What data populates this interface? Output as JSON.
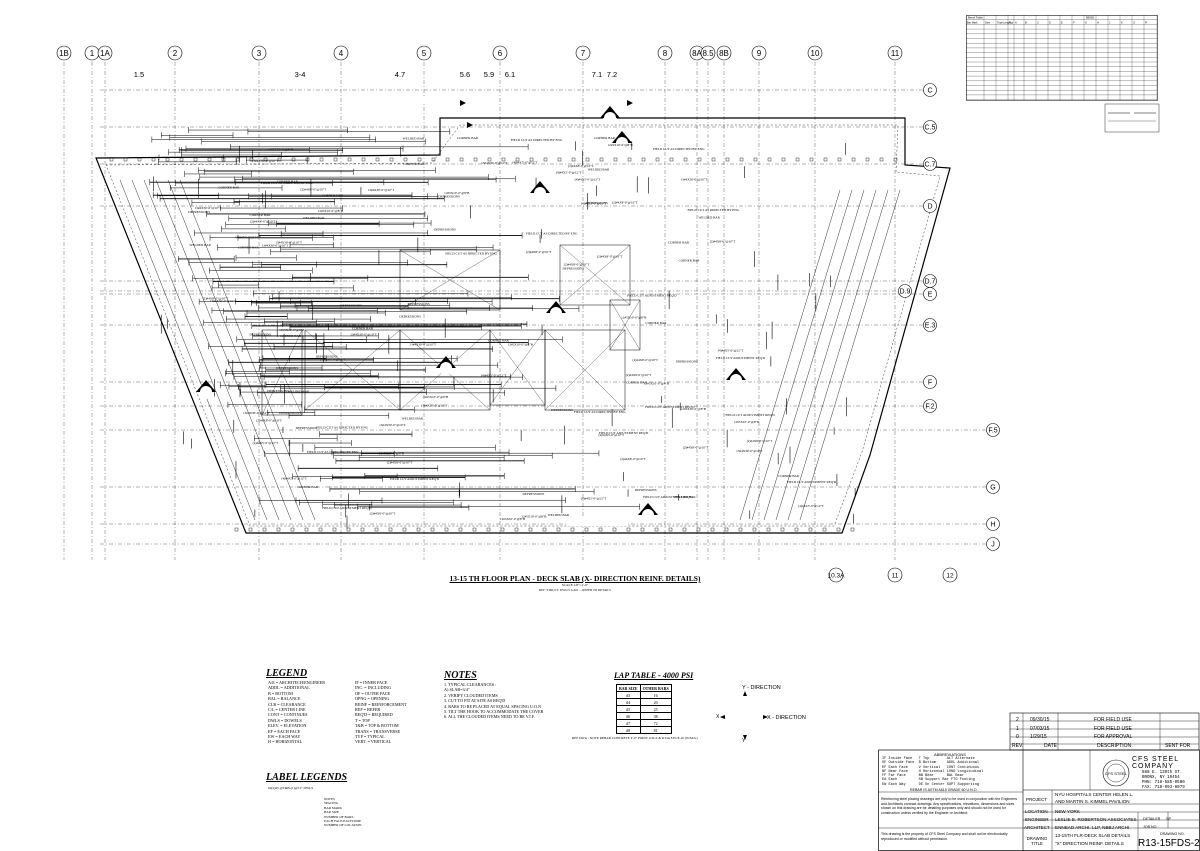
{
  "drawing": {
    "title": "13-15 TH FLOOR PLAN - DECK SLAB (X- DIRECTION REINF. DETAILS)",
    "scale": "SCALE 1/8\"=1'-0\"",
    "reference": "REF: STRUCT. DWG'S S-201 ... REFER TO DETAILS"
  },
  "grids": {
    "top": [
      "1B",
      "1",
      "1A",
      "2",
      "3",
      "4",
      "5",
      "6",
      "7",
      "8",
      "8A",
      "8.5",
      "8B",
      "9",
      "10",
      "11"
    ],
    "top_sub": [
      "1.5",
      "3-4",
      "4.7",
      "5.6",
      "5.9",
      "6.1",
      "7.1",
      "7.2"
    ],
    "right": [
      "C",
      "C.5",
      "C.7",
      "D",
      "D.7",
      "D.9",
      "E",
      "E.3",
      "F",
      "F.2",
      "F.5",
      "G",
      "H",
      "J"
    ],
    "bottom": [
      "10.3A",
      "11",
      "12"
    ]
  },
  "legend": {
    "title": "LEGEND",
    "col1": [
      "A/E = ARCHITECH/ENGINEER",
      "ADDL = ADDITIONAL",
      "B = BOTTOM",
      "BAL = BALANCE",
      "CLR = CLEARANCE",
      "C/L = CENTER LINE",
      "CONT = CONTINUES",
      "DWLS = DOWELS",
      "ELEV. = ELEVATION",
      "EF = EACH FACE",
      "EW = EACH WAY",
      "H = HORIZONTAL"
    ],
    "col2": [
      "IF = INNER FACE",
      "INC. = INCLUDING",
      "OF = OUTER FACE",
      "OPNG = OPENING",
      "REINF = REINFORCEMENT",
      "REF = REFER",
      "REQ'D = REQUIRED",
      "T = TOP",
      "T&B = TOP & BOTTOM",
      "TRANS = TRANSVERSE",
      "TYP = TYPICAL",
      "VERT. = VERTICAL"
    ]
  },
  "label_legends": {
    "title": "LABEL LEGENDS",
    "example": "6x(2)#5 @T&B-(1)@12\" DWLS",
    "items": [
      "NOTES",
      "SPACING",
      "BAR MARK",
      "BAR SIZE",
      "NUMBER OF BARS",
      "EACH FACE/EACH SIDE",
      "NUMBER OF LOCATION"
    ]
  },
  "notes": {
    "title": "NOTES",
    "items": [
      "1. TYPICAL CLEARANCES :",
      "A) SLAB=3/4\"",
      "2. VERIFY CLOUDED ITEMS",
      "3. CUT TO FIT AT SITE AS REQ'D",
      "4. BARS TO BE PLACED AT EQUAL SPACING U.O.N",
      "5. TILT THE HOOK TO ACCOMMODATE THE COVER",
      "6. ALL THE CLOUDED ITEMS NEED TO BE V.I.F."
    ]
  },
  "lap_table": {
    "title": "LAP TABLE - 4000 PSI",
    "headers": [
      "BAR SIZE",
      "OTHER BARS"
    ],
    "rows": [
      [
        "#3",
        "16"
      ],
      [
        "#4",
        "20"
      ],
      [
        "#5",
        "25"
      ],
      [
        "#6",
        "38"
      ],
      [
        "#7",
        "72"
      ],
      [
        "#8",
        "81"
      ]
    ],
    "note": "REF DWG : NOTE REBAR CONCRETE 4'-0\" POINT 4-SLZ & D DA 8 ECE.10 (W/M/G)"
  },
  "axes": {
    "y_label": "Y - DIRECTION",
    "x_label": "X - DIRECTION",
    "y": "Y",
    "x": "X"
  },
  "revisions": {
    "rows": [
      {
        "rev": "2",
        "date": "09/30/15",
        "desc": "FOR FIELD USE"
      },
      {
        "rev": "1",
        "date": "07/03/15",
        "desc": "FOR FIELD USE"
      },
      {
        "rev": "0",
        "date": "1/29/15",
        "desc": "FOR APPROVAL"
      }
    ],
    "header": {
      "rev": "REV.",
      "date": "DATE",
      "desc": "DESCRIPTION",
      "sent": "SENT FOR"
    }
  },
  "abbreviations": {
    "title": "ABBREVIATIONS",
    "rows": [
      "IF Inside Face   T Top        ALT Alternate",
      "OF Outside Face  B Bottom     ADDL Additional",
      "EF Each Face     V Vertical   CONT Continuous",
      "NF Near Face     H Horizontal LONG Longitudinal",
      "FF Far Face      BB Bear      BAL Bear",
      "EA Each          SB Support Bar FTG Footing",
      "EW Each Way      DE On Center SUPT Supporting"
    ],
    "footnote": "REBAR IS ASTM A615 GRADE 60 U.N.O."
  },
  "company": {
    "name1": "CFS STEEL",
    "name2": "COMPANY",
    "addr1": "880 E. 139th ST.",
    "addr2": "BRONX, NY 10454",
    "phone": "PHN: 718-585-0500",
    "fax": "FAX: 718-993-8079",
    "logo_text": "CFS STEEL"
  },
  "disclaimer": "Reinforcing steel placing drawings are only to be used in conjunction with the Engineers and Architects contract drawings. Any specifications, elevations, dimensions and sizes shown on this drawing are for detailing purposes only and should not be used for construction unless verified by the Engineer or Architect.",
  "ownership": "This drawing is the property of CFS Steel Company and shall not be electronically reproduced or modified without permission.",
  "title_block": {
    "project_label": "PROJECT",
    "project1": "NYU HOSPITALS CENTER HELEN L.",
    "project2": "AND MARTIN S. KIMMEL PAVILION",
    "location_label": "LOCATION",
    "location": "NEW YORK",
    "engineer_label": "ENGINEER",
    "engineer": "LESLIE E. ROBERTSON ASSOCIATES",
    "detailer_label": "DETAILER",
    "detailer": "SP",
    "architect_label": "ARCHITECT",
    "architect": "ENNEAD ARCHI. LLP, NBBJ ARCHI",
    "job_label": "JOB NO.",
    "drawing_title_label": "DRAWING TITLE",
    "drawing_title1": "13-15TH FLR-DECK SLAB DETAILS",
    "drawing_title2": "\"X\" DIRECTION REINF. DETAILS",
    "drawing_no_label": "DRAWING NO.",
    "drawing_no": "R13-15FDS-2"
  },
  "schedule": {
    "col_headers": [
      "Bar Mark",
      "Size",
      "Total Length",
      "Typ",
      "A",
      "B",
      "C",
      "D",
      "E",
      "F",
      "G",
      "H",
      "J",
      "K",
      "O",
      "R"
    ],
    "header_left": "Bend Table",
    "header_right": "BEND",
    "row_count": 17
  },
  "callouts": [
    "DEPRESSIONS",
    "CORNER BAR",
    "FIELD CUT AS DIRECTED BY ENG",
    "WELDED BAR",
    "FIELD CUT ADJUSTMENT REQ'D",
    "(2)#4X8'-0\"@10\"T",
    "(4)#4X5'-0\"@12\"T",
    "13#4X30'-0\"@10\"T",
    "12#5X10'-0\"@8\"B"
  ]
}
